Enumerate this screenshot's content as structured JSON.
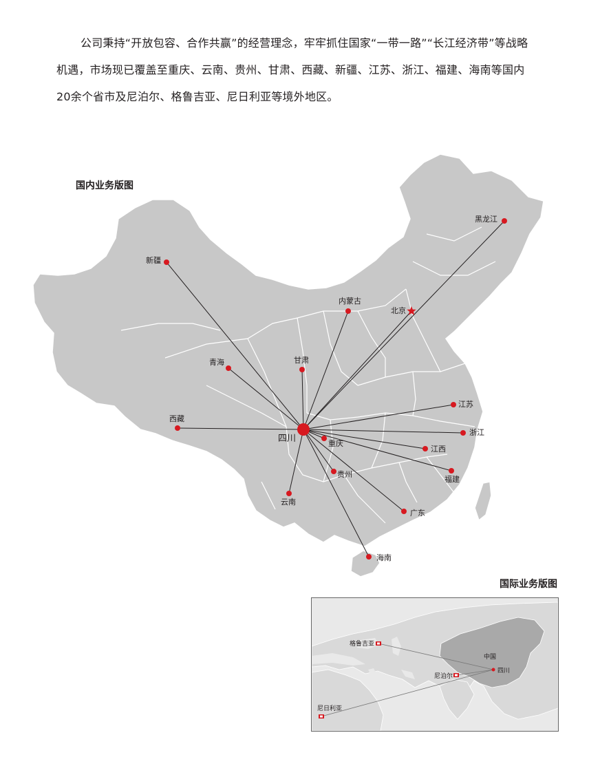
{
  "intro": {
    "text": "公司秉持“开放包容、合作共赢”的经营理念，牢牢抓住国家“一带一路”“长江经济带”等战略机遇，市场现已覆盖至重庆、云南、贵州、甘肃、西藏、新疆、江苏、浙江、福建、海南等国内20余个省市及尼泊尔、格鲁吉亚、尼日利亚等境外地区。"
  },
  "domestic": {
    "title": "国内业务版图",
    "hub": {
      "name": "四川"
    },
    "capital": {
      "name": "北京"
    },
    "destinations": [
      {
        "name": "黑龙江"
      },
      {
        "name": "新疆"
      },
      {
        "name": "内蒙古"
      },
      {
        "name": "北京"
      },
      {
        "name": "青海"
      },
      {
        "name": "甘肃"
      },
      {
        "name": "江苏"
      },
      {
        "name": "西藏"
      },
      {
        "name": "浙江"
      },
      {
        "name": "重庆"
      },
      {
        "name": "江西"
      },
      {
        "name": "贵州"
      },
      {
        "name": "福建"
      },
      {
        "name": "云南"
      },
      {
        "name": "广东"
      },
      {
        "name": "海南"
      }
    ]
  },
  "international": {
    "title": "国际业务版图",
    "hub": {
      "name": "四川"
    },
    "country": {
      "name": "中国"
    },
    "destinations": [
      {
        "name": "格鲁吉亚"
      },
      {
        "name": "尼泊尔"
      },
      {
        "name": "尼日利亚"
      }
    ]
  },
  "colors": {
    "marker": "#d71920",
    "land": "#c8c8c8",
    "border": "#ffffff",
    "route": "#231f20",
    "ocean": "#e9e9e9",
    "intl_land": "#d9d9d9",
    "intl_china": "#a9a9a9"
  }
}
